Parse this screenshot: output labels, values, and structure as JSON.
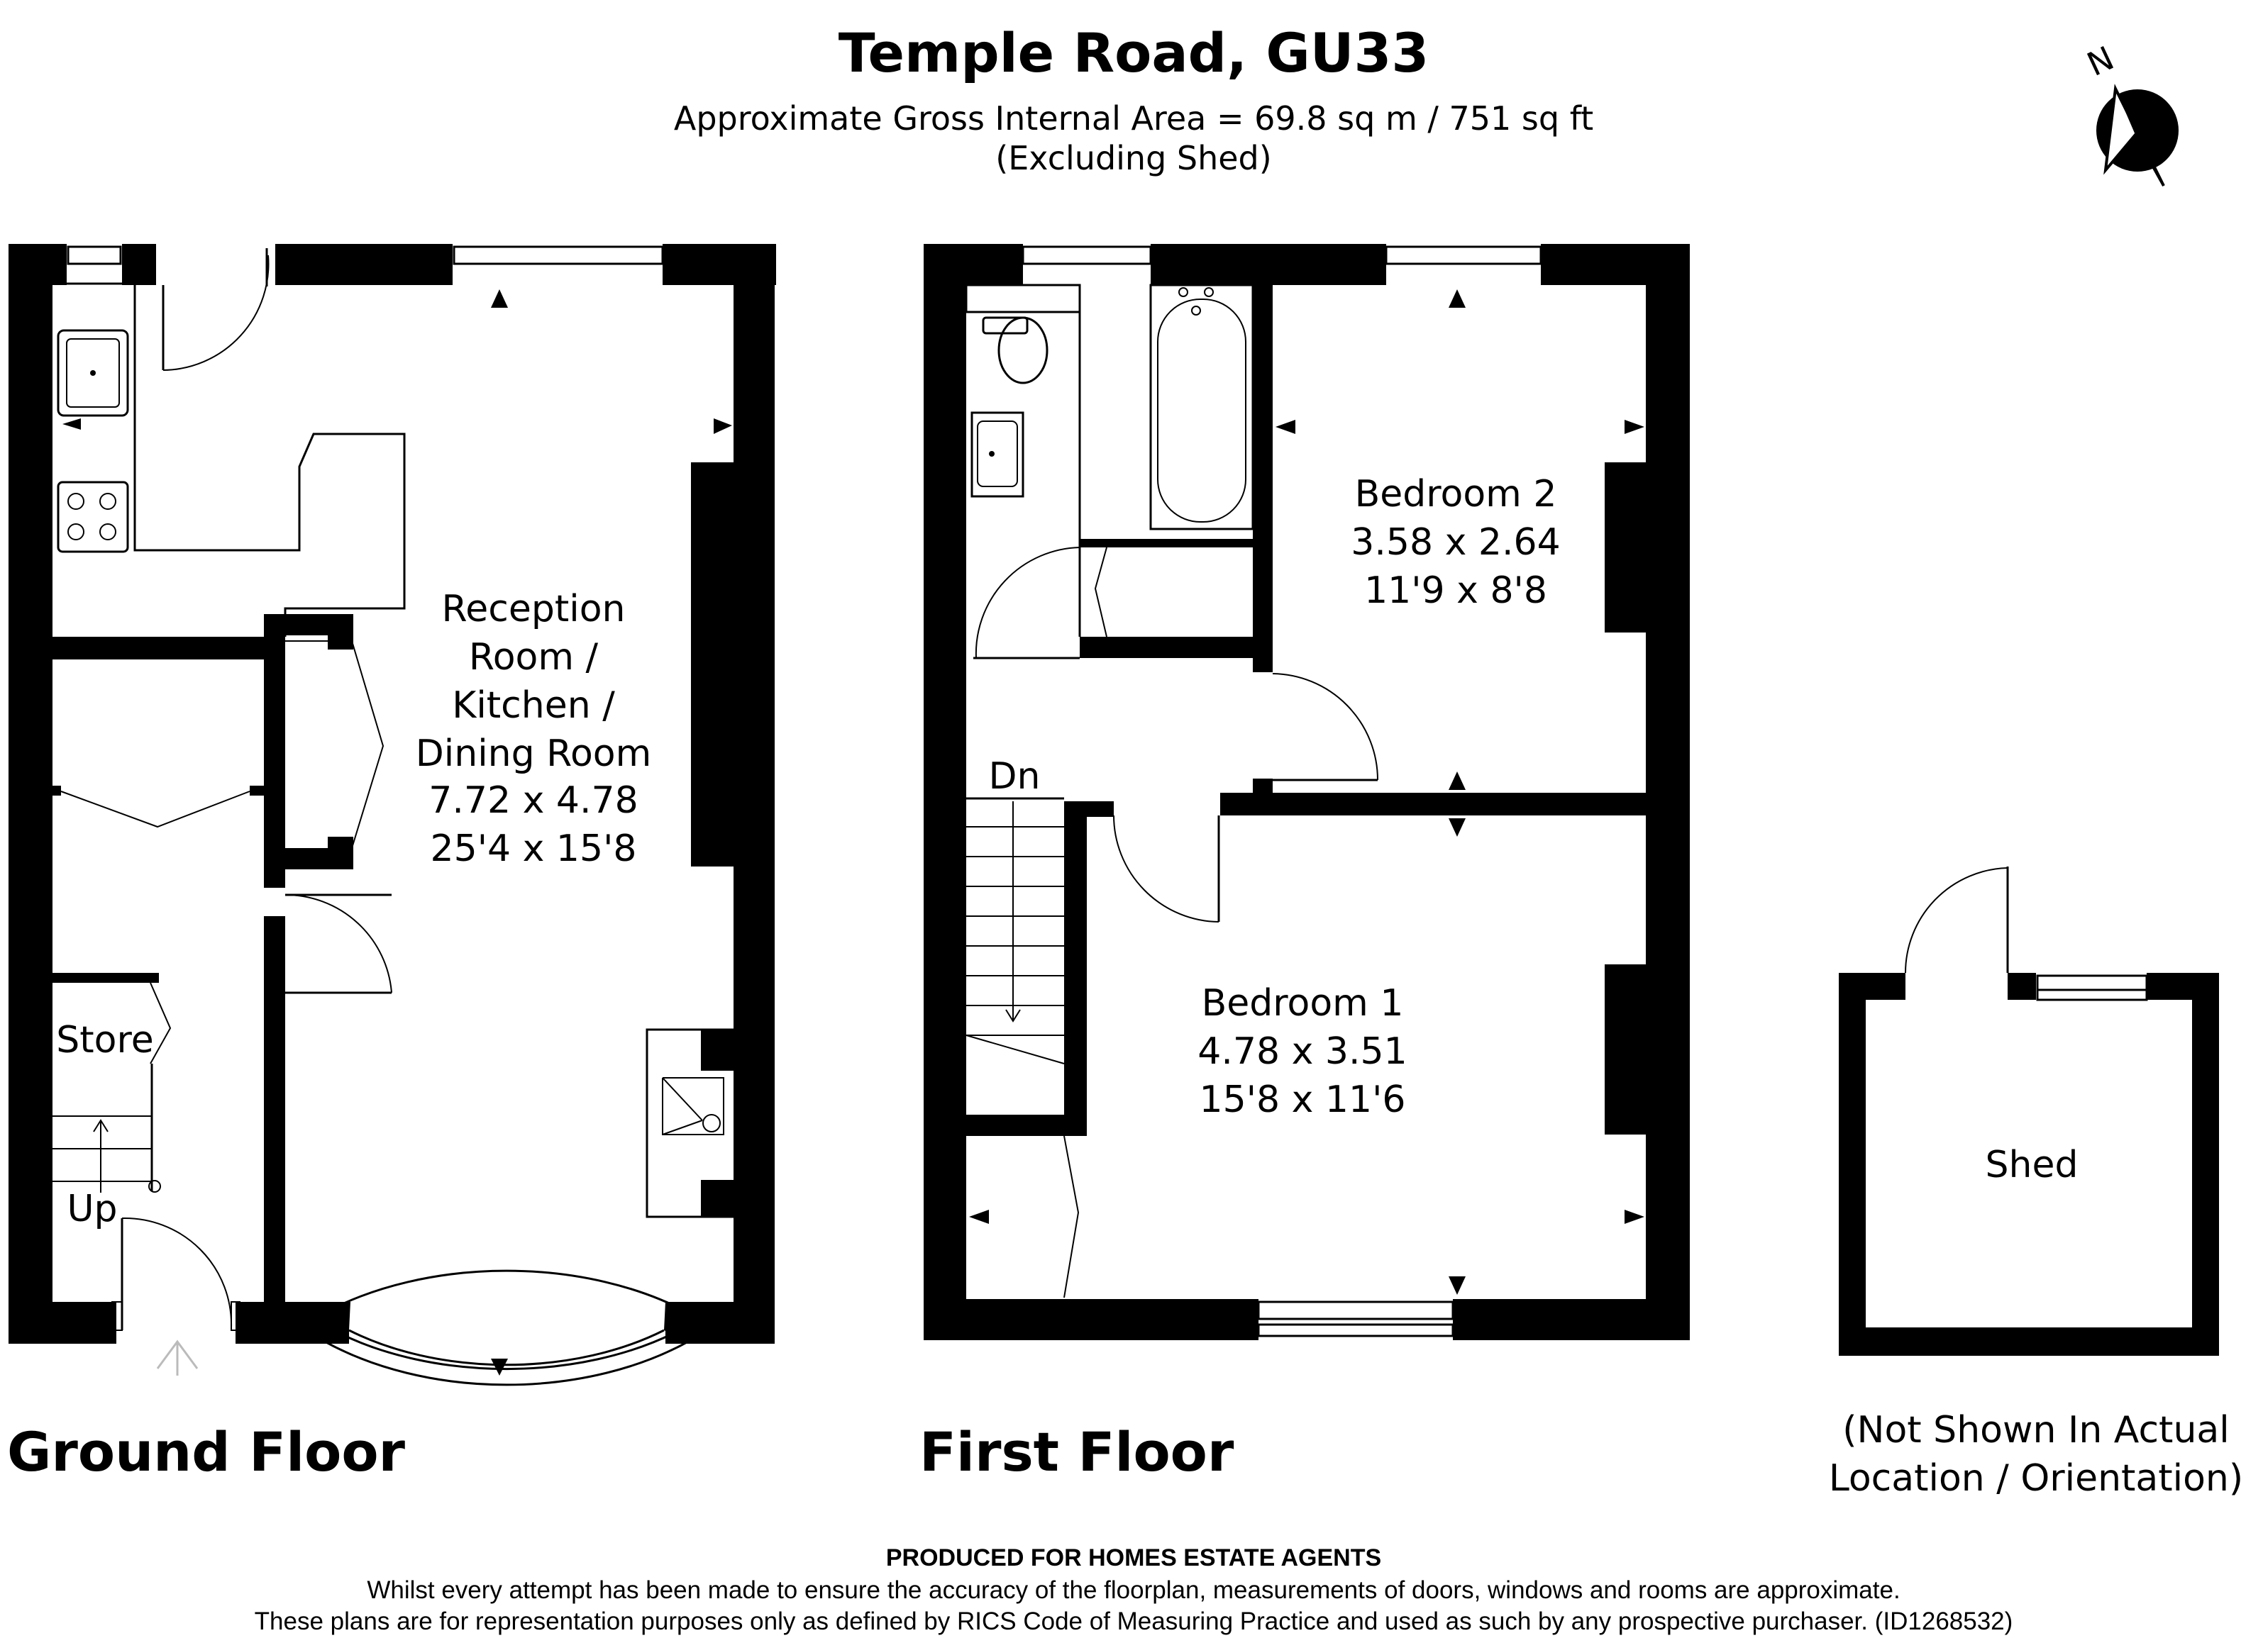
{
  "header": {
    "title": "Temple Road, GU33",
    "area_line": "Approximate Gross Internal Area = 69.8 sq m / 751 sq ft",
    "excluding_line": "(Excluding Shed)"
  },
  "compass": {
    "label": "N"
  },
  "ground_floor": {
    "label": "Ground Floor",
    "reception": {
      "name_lines": [
        "Reception",
        "Room /",
        "Kitchen /",
        "Dining Room"
      ],
      "metric": "7.72 x 4.78",
      "imperial": "25'4 x 15'8"
    },
    "store_label": "Store",
    "up_label": "Up"
  },
  "first_floor": {
    "label": "First Floor",
    "bedroom2": {
      "name": "Bedroom 2",
      "metric": "3.58 x 2.64",
      "imperial": "11'9 x 8'8"
    },
    "bedroom1": {
      "name": "Bedroom 1",
      "metric": "4.78 x 3.51",
      "imperial": "15'8 x 11'6"
    },
    "dn_label": "Dn"
  },
  "shed": {
    "label": "Shed",
    "note_lines": [
      "(Not Shown In Actual",
      "Location / Orientation)"
    ]
  },
  "footer": {
    "produced": "PRODUCED FOR HOMES ESTATE AGENTS",
    "line1": "Whilst every attempt has been made to ensure the accuracy of the floorplan, measurements of doors, windows and rooms are approximate.",
    "line2": "These plans are for representation purposes only as defined by RICS Code of Measuring Practice and used as such by any prospective purchaser. (ID1268532)"
  }
}
